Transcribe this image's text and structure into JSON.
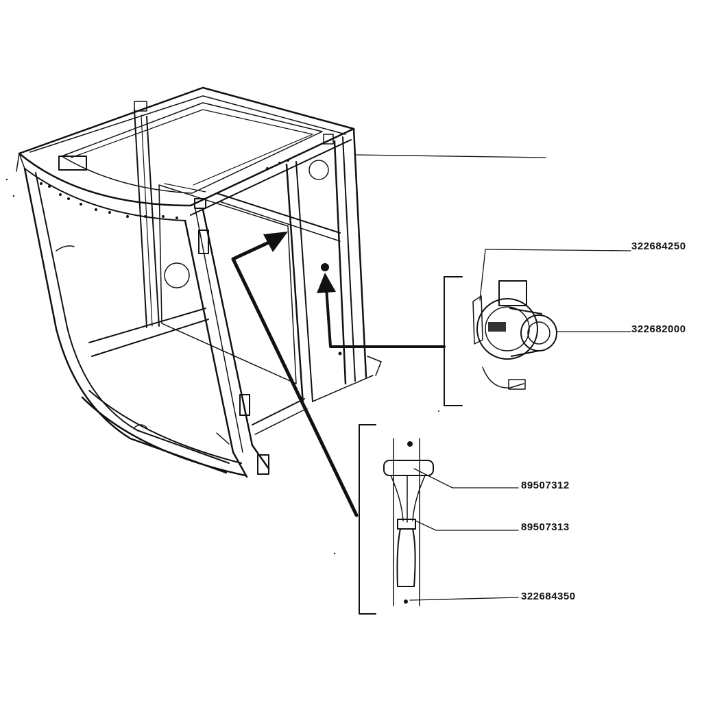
{
  "diagram": {
    "part_numbers": [
      {
        "text": "322684250"
      },
      {
        "text": "322682000"
      },
      {
        "text": "89507312"
      },
      {
        "text": "89507313"
      },
      {
        "text": "322684350"
      }
    ],
    "colors": {
      "ink": "#111111",
      "background": "#ffffff"
    }
  }
}
